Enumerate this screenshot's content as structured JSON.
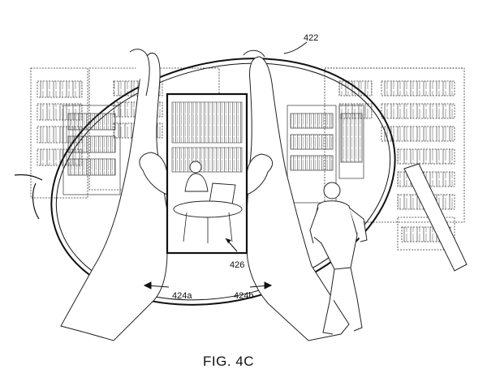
{
  "figure": {
    "caption": "FIG. 4C",
    "labels": {
      "display_lens": "422",
      "left_arrow": "424a",
      "right_arrow": "424b",
      "device_window": "426"
    }
  },
  "colors": {
    "ink": "#111111",
    "background": "#ffffff"
  }
}
